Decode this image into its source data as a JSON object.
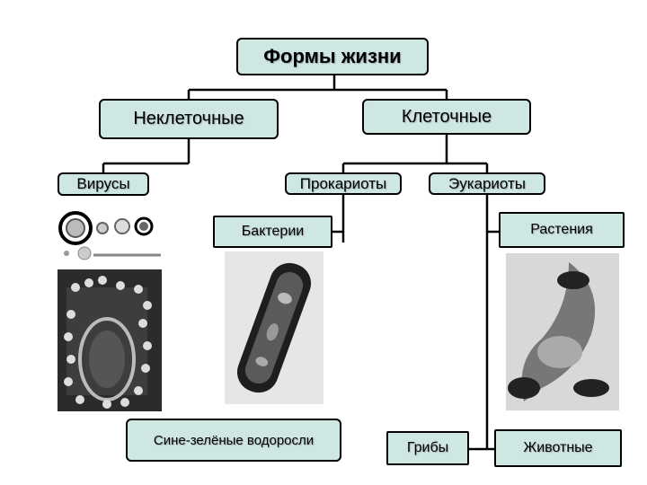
{
  "diagram": {
    "root": "Формы жизни",
    "noncellular": "Неклеточные",
    "cellular": "Клеточные",
    "viruses": "Вирусы",
    "prokaryotes": "Прокариоты",
    "eukaryotes": "Эукариоты",
    "bacteria": "Бактерии",
    "plants": "Растения",
    "cyanobacteria": "Сине-зелёные водоросли",
    "fungi": "Грибы",
    "animals": "Животные"
  },
  "colors": {
    "box_fill": "#cfe7e3",
    "line": "#000000"
  }
}
